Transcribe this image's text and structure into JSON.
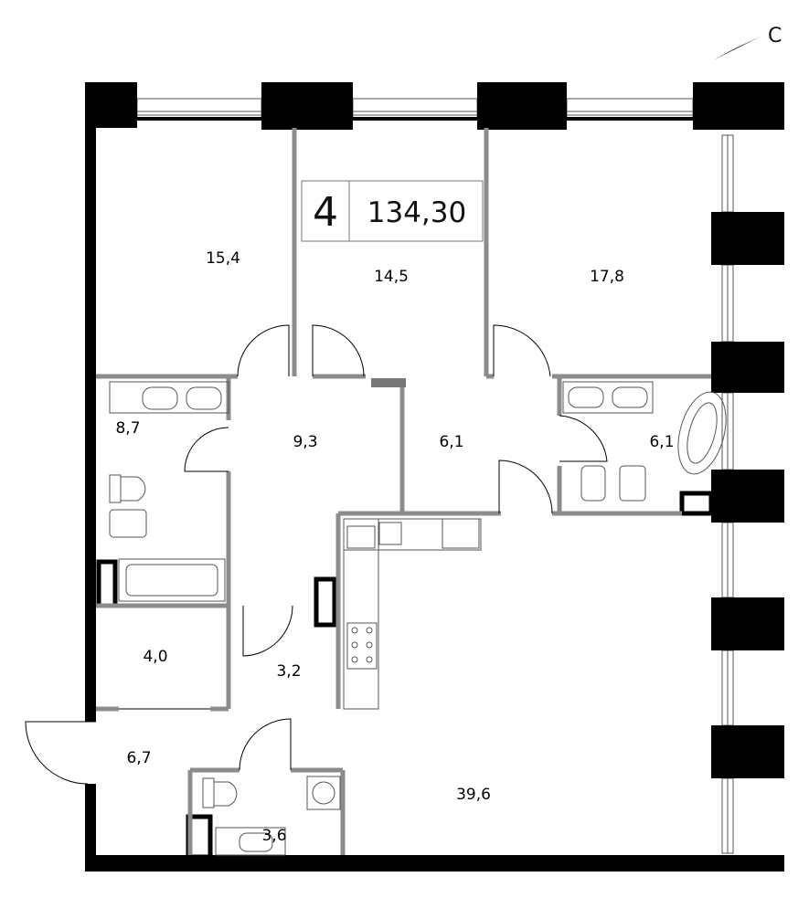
{
  "compass": {
    "label": "С"
  },
  "apartment": {
    "rooms_count": "4",
    "total_area": "134,30"
  },
  "rooms": [
    {
      "id": "bedroom-left",
      "area": "15,4"
    },
    {
      "id": "bedroom-middle",
      "area": "14,5"
    },
    {
      "id": "bedroom-right",
      "area": "17,8"
    },
    {
      "id": "bathroom-left",
      "area": "8,7"
    },
    {
      "id": "hall-upper",
      "area": "9,3"
    },
    {
      "id": "hall-right",
      "area": "6,1"
    },
    {
      "id": "bathroom-right",
      "area": "6,1"
    },
    {
      "id": "wardrobe",
      "area": "4,0"
    },
    {
      "id": "corridor",
      "area": "3,2"
    },
    {
      "id": "entrance",
      "area": "6,7"
    },
    {
      "id": "living-kitchen",
      "area": "39,6"
    },
    {
      "id": "wc",
      "area": "3,6"
    }
  ],
  "colors": {
    "wall": "#000000",
    "partition": "#8c8c8c",
    "fixture": "#555555"
  }
}
